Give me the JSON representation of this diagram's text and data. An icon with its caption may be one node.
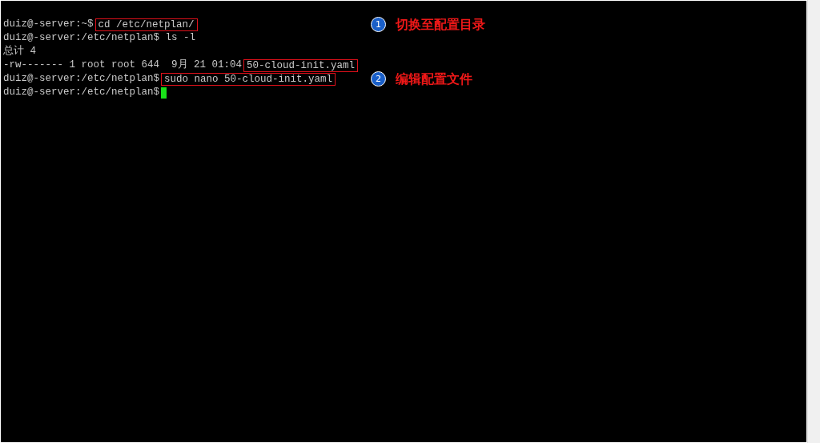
{
  "diagram": {
    "nodes": [
      {
        "text": [
          "cd /etc/netplan/"
        ],
        "beside": [
          "1",
          "切换至配置目录"
        ]
      },
      {
        "text": [
          "50-cloud-init.yaml"
        ]
      },
      {
        "text": [
          "sudo nano 50-cloud-init.yaml"
        ],
        "beside": [
          "2",
          "编辑配置文件"
        ]
      }
    ],
    "labels": [
      "duiz@-server:~$",
      "duiz@-server:/etc/netplan$ ls -l",
      "总计 4",
      "-rw------- 1 root root 644  9月 21 01:04",
      "duiz@-server:/etc/netplan$",
      "duiz@-server:/etc/netplan$"
    ]
  }
}
